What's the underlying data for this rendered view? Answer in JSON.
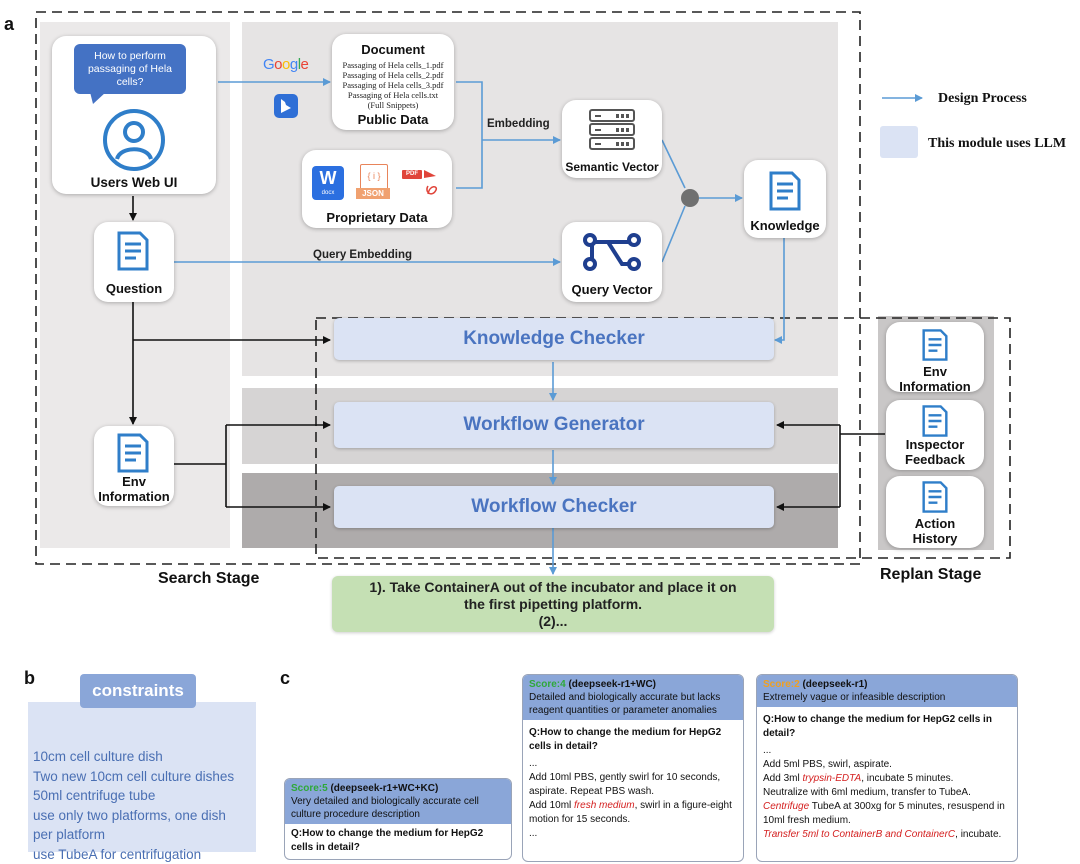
{
  "panels": {
    "a": "a",
    "b": "b",
    "c": "c"
  },
  "panel_a": {
    "user_bubble": "How to perform passaging of Hela cells?",
    "users_web_ui": "Users Web UI",
    "google_logo": "Google",
    "bing_icon": "bing-icon",
    "document": {
      "title": "Document",
      "files": [
        "Passaging of Hela cells_1.pdf",
        "Passaging of Hela cells_2.pdf",
        "Passaging of Hela cells_3.pdf",
        "Passaging of Hela cells.txt",
        "(Full Snippets)"
      ],
      "caption": "Public Data"
    },
    "proprietary": {
      "caption": "Proprietary Data",
      "icon_texts": {
        "word": "W",
        "word_sub": "docx",
        "json": "JSON",
        "json_braces": "{ i }",
        "pdf": "PDF"
      }
    },
    "embedding_label": "Embedding",
    "semantic_vector": "Semantic Vector",
    "knowledge": "Knowledge",
    "question": "Question",
    "query_embedding_label": "Query Embedding",
    "query_vector": "Query Vector",
    "knowledge_checker": "Knowledge Checker",
    "workflow_generator": "Workflow Generator",
    "workflow_checker": "Workflow Checker",
    "env_information_left": [
      "Env",
      "Information"
    ],
    "replan_items": [
      {
        "lines": [
          "Env",
          "Information"
        ]
      },
      {
        "lines": [
          "Inspector",
          "Feedback"
        ]
      },
      {
        "lines": [
          "Action",
          "History"
        ]
      }
    ],
    "search_stage": "Search Stage",
    "replan_stage": "Replan Stage",
    "output_lines": [
      "1). Take ContainerA out of the incubator and place it on",
      "the first pipetting platform.",
      "(2)..."
    ],
    "legend": {
      "design_process": "Design Process",
      "llm_module": "This module uses LLM"
    }
  },
  "panel_b": {
    "title": "constraints",
    "items": [
      "10cm cell culture dish",
      "Two new 10cm cell culture dishes",
      "50ml centrifuge tube",
      "use only two platforms, one dish",
      "per platform",
      "use TubeA for centrifugation"
    ]
  },
  "panel_c": {
    "cards": [
      {
        "score": "Score:5",
        "score_color": "#2fa83a",
        "model": "(deepseek-r1+WC+KC)",
        "desc": "Very detailed and biologically accurate cell culture procedure description",
        "question": "Q:How to change the medium for HepG2 cells in detail?",
        "lines": []
      },
      {
        "score": "Score:4",
        "score_color": "#2fa83a",
        "model": "(deepseek-r1+WC)",
        "desc": "Detailed and biologically accurate but lacks reagent quantities or parameter anomalies",
        "question": "Q:How to change the medium for HepG2 cells in detail?",
        "lines": [
          [
            {
              "t": "..."
            }
          ],
          [
            {
              "t": "Add 10ml PBS, gently swirl for 10 seconds, aspirate. Repeat PBS wash."
            }
          ],
          [
            {
              "t": "Add 10ml "
            },
            {
              "t": "fresh medium",
              "red": true
            },
            {
              "t": ", swirl in a figure-eight motion for 15 seconds."
            }
          ],
          [
            {
              "t": "..."
            }
          ]
        ]
      },
      {
        "score": "Score:2",
        "score_color": "#f0a020",
        "model": "(deepseek-r1)",
        "desc": "Extremely vague or infeasible description",
        "question": "Q:How to change the medium for HepG2 cells in detail?",
        "lines": [
          [
            {
              "t": "..."
            }
          ],
          [
            {
              "t": "Add 5ml PBS, swirl, aspirate."
            }
          ],
          [
            {
              "t": "Add 3ml "
            },
            {
              "t": "trypsin-EDTA",
              "red": true
            },
            {
              "t": ", incubate 5 minutes."
            }
          ],
          [
            {
              "t": "Neutralize with 6ml medium, transfer to TubeA."
            }
          ],
          [
            {
              "t": "Centrifuge",
              "red": true
            },
            {
              "t": " TubeA at 300xg for 5 minutes, resuspend in 10ml fresh medium."
            }
          ],
          [
            {
              "t": "Transfer 5ml to ContainerB and ContainerC",
              "red": true
            },
            {
              "t": ", incubate."
            }
          ]
        ]
      }
    ]
  },
  "colors": {
    "arrow_blue": "#5b9bd5",
    "llm_fill": "#dbe3f4",
    "llm_text": "#4a74c0",
    "output_green": "#c5e0b4",
    "search_gray": "#ebe9e9",
    "public_gray": "#e6e4e4"
  }
}
